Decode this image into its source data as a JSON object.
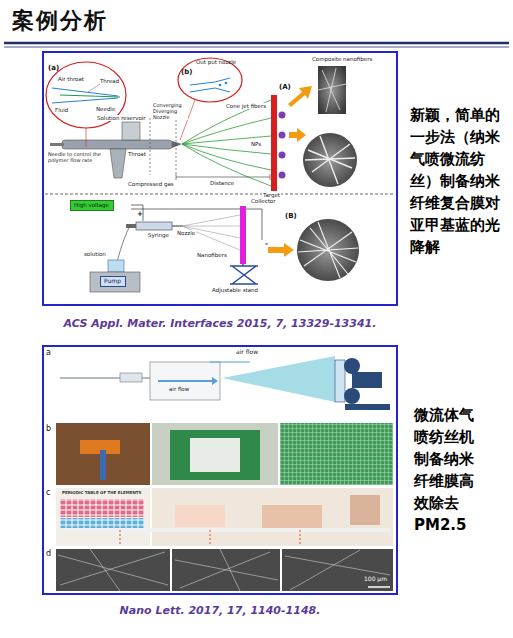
{
  "diagram": {
    "title": "案例分析",
    "nodes": [
      {
        "text": [
          "High voltage"
        ]
      },
      {
        "text": [
          "Pump"
        ]
      }
    ],
    "labels": [
      "新颖，简单的一步法（纳米气喷微流纺丝）制备纳米纤维复合膜对亚甲基蓝的光降解",
      "ACS Appl. Mater. Interfaces 2015, 7, 13329-13341.",
      "微流体气喷纺丝机制备纳米纤维膜高效除去PM2.5",
      "Nano Lett. 2017, 17, 1140-1148.",
      "(a)",
      "Air throat",
      "Thread",
      "Fluid",
      "Needle",
      "(b)",
      "Out put nozzle",
      "(A)",
      "Composite nanofibers",
      "Solution reservoir",
      "Converging Diverging Nozzle",
      "Cone jet fibers",
      "NPs",
      "Throat",
      "Needle to control the polymer flow rate",
      "Compressed gas",
      "Distance",
      "Target",
      "Collector",
      "Syringe",
      "Nozzle",
      "Nanofibers",
      "solution",
      "Adjustable stand",
      "(B)",
      "+",
      "-",
      "a",
      "air flow",
      "air flow",
      "b",
      "c",
      "PERIODIC TABLE OF THE ELEMENTS",
      "d",
      "100 μm"
    ]
  }
}
